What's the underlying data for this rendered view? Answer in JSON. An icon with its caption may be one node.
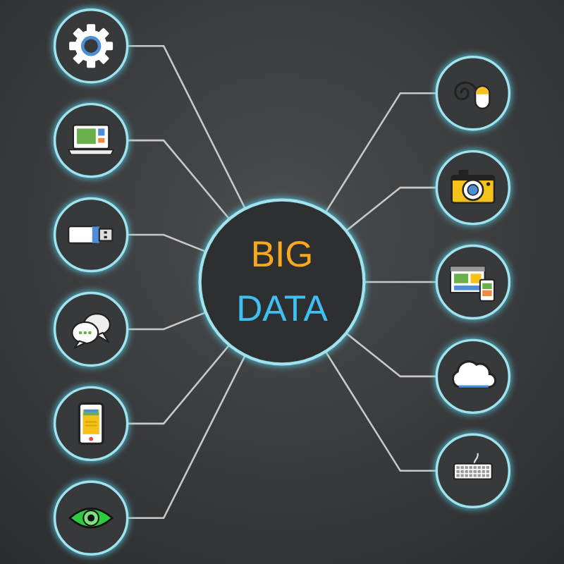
{
  "diagram": {
    "nodes": [
      {
        "text": [
          "BIG",
          "DATA"
        ]
      },
      {
        "text": [],
        "shape": "circle"
      },
      {
        "text": [],
        "shape": "circle"
      },
      {
        "text": [],
        "shape": "circle"
      },
      {
        "text": [],
        "shape": "circle"
      },
      {
        "text": [],
        "shape": "circle"
      },
      {
        "text": [],
        "shape": "circle"
      },
      {
        "text": [],
        "shape": "circle"
      },
      {
        "text": [],
        "shape": "circle"
      },
      {
        "text": [],
        "shape": "circle"
      },
      {
        "text": [],
        "shape": "circle"
      },
      {
        "text": [],
        "shape": "circle"
      }
    ],
    "edges": [
      {
        "from": 1,
        "to": 0,
        "arrow": "none"
      },
      {
        "from": 2,
        "to": 0,
        "arrow": "none"
      },
      {
        "from": 0,
        "to": 3,
        "arrow": "none"
      },
      {
        "from": 0,
        "to": 4,
        "arrow": "none"
      },
      {
        "from": 5,
        "to": 0,
        "arrow": "none"
      },
      {
        "from": 6,
        "to": 0,
        "arrow": "none"
      },
      {
        "from": 0,
        "to": 7,
        "arrow": "none"
      },
      {
        "from": 0,
        "to": 8,
        "arrow": "none"
      },
      {
        "from": 9,
        "to": 0,
        "arrow": "none"
      },
      {
        "from": 0,
        "to": 10,
        "arrow": "none"
      },
      {
        "from": 11,
        "to": 0,
        "arrow": "none"
      }
    ]
  }
}
